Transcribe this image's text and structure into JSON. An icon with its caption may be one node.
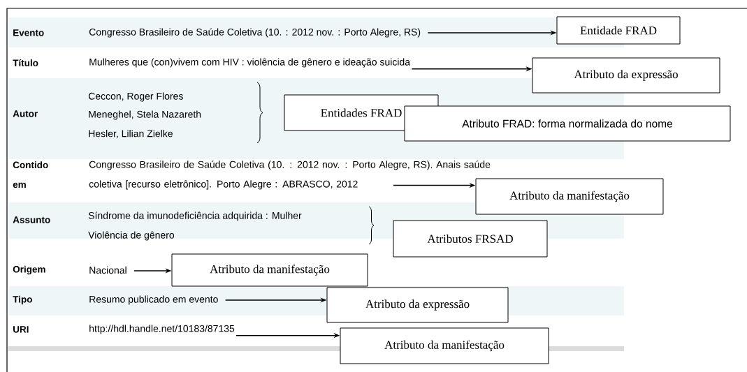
{
  "diagram": {
    "nodes": [
      {
        "text": [
          "Congresso Brasileiro de Saúde Coletiva (10. : 2012 nov. : Porto Alegre, RS)"
        ]
      },
      {
        "text": [
          "Entidade FRAD"
        ]
      },
      {
        "text": [
          "Mulheres que (con)vivem com HIV : violência de gênero e ideação suicida"
        ]
      },
      {
        "text": [
          "Atributo da expressão"
        ]
      },
      {
        "text": [
          "Entidades FRAD"
        ]
      },
      {
        "text": [
          "Atributo FRAD: forma normalizada do nome"
        ]
      },
      {
        "text": [
          "Congresso Brasileiro de Saúde Coletiva (10. : 2012 nov. : Porto Alegre, RS). Anais saúde coletiva [recurso eletrônico]. Porto Alegre : ABRASCO, 2012"
        ]
      },
      {
        "text": [
          "Atributo da manifestação"
        ]
      },
      {
        "text": [
          "Atributos FRSAD"
        ]
      },
      {
        "text": [
          "Nacional"
        ]
      },
      {
        "text": [
          "Atributo da manifestação"
        ]
      },
      {
        "text": [
          "Resumo publicado em evento"
        ]
      },
      {
        "text": [
          "Atributo da expressão"
        ]
      },
      {
        "text": [
          "http://hdl.handle.net/10183/87135"
        ]
      },
      {
        "text": [
          "Atributo da manifestação"
        ]
      }
    ],
    "edges": [
      {
        "from": 0,
        "to": 1,
        "arrow": "to"
      },
      {
        "from": 2,
        "to": 3,
        "arrow": "to"
      },
      {
        "from": 6,
        "to": 7,
        "arrow": "to"
      },
      {
        "from": 9,
        "to": 10,
        "arrow": "to"
      },
      {
        "from": 11,
        "to": 12,
        "arrow": "to"
      },
      {
        "from": 13,
        "to": 14,
        "arrow": "to"
      }
    ],
    "labels": [
      "Evento",
      "Título",
      "Autor",
      "Ceccon, Roger Flores",
      "Meneghel, Stela Nazareth",
      "Hesler, Lilian Zielke",
      "Contido em",
      "Assunto",
      "Síndrome da imunodeficiência adquirida : Mulher",
      "Violência de gênero",
      "Origem",
      "Tipo",
      "URI"
    ]
  }
}
